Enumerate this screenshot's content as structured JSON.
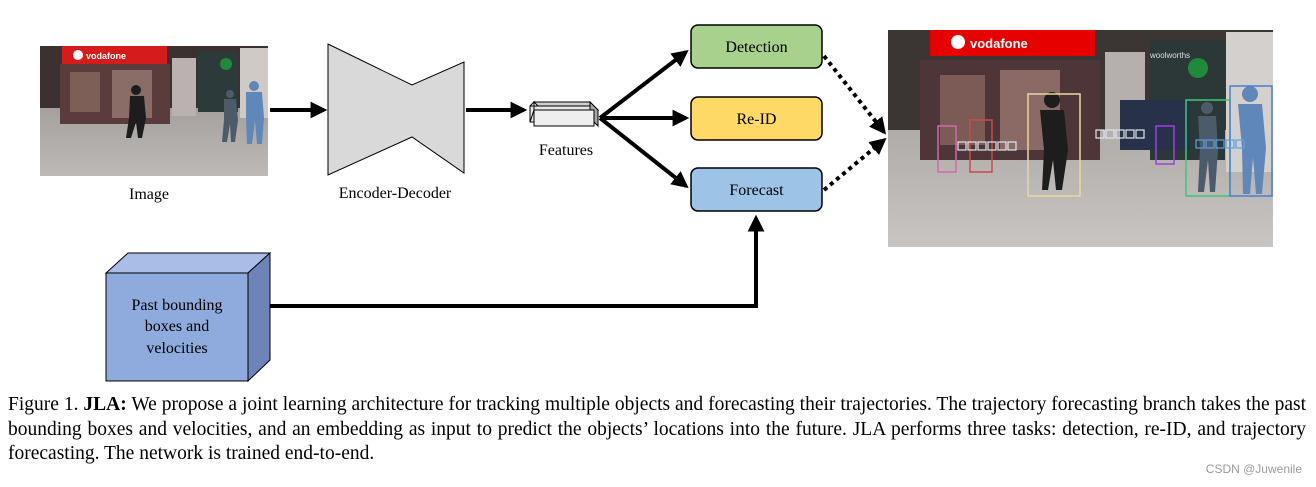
{
  "labels": {
    "image": "Image",
    "encoder_decoder": "Encoder-Decoder",
    "features": "Features",
    "detection": "Detection",
    "reid": "Re-ID",
    "forecast": "Forecast",
    "past_boxes_line1": "Past bounding",
    "past_boxes_line2": "boxes and",
    "past_boxes_line3": "velocities"
  },
  "photo_text": {
    "brand_left": "vodafone",
    "brand_right": "vodafone",
    "store_right": "woolworths"
  },
  "colors": {
    "detection": "#a9d18e",
    "reid": "#ffd966",
    "forecast": "#9dc3e6",
    "past_box_front": "#8faadc",
    "past_box_side": "#6e84b8",
    "past_box_top": "#a9bde6",
    "encoder": "#d9d9d9",
    "vodafone_red": "#e60000"
  },
  "caption": {
    "prefix": "Figure 1. ",
    "bold": "JLA:",
    "text": " We propose a joint learning architecture for tracking multiple objects and forecasting their trajectories. The trajectory forecasting branch takes the past bounding boxes and velocities, and an embedding as input to predict the objects’ locations into the future. JLA performs three tasks: detection, re-ID, and trajectory forecasting. The network is trained end-to-end."
  },
  "watermark": "CSDN @Juwenile"
}
